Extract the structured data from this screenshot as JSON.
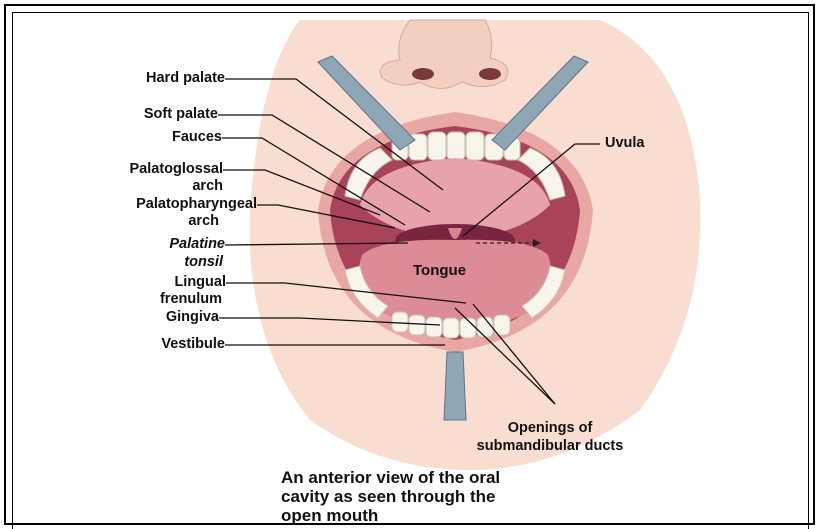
{
  "labels": {
    "hard_palate": "Hard palate",
    "soft_palate": "Soft palate",
    "fauces": "Fauces",
    "palatoglossal_1": "Palatoglossal",
    "palatoglossal_2": "arch",
    "palatopharyngeal_1": "Palatopharyngeal",
    "palatopharyngeal_2": "arch",
    "palatine_1": "Palatine",
    "palatine_2": "tonsil",
    "lingual_1": "Lingual",
    "lingual_2": "frenulum",
    "gingiva": "Gingiva",
    "vestibule": "Vestibule",
    "uvula": "Uvula",
    "tongue": "Tongue",
    "ducts_1": "Openings of",
    "ducts_2": "submandibular ducts"
  },
  "caption": {
    "line1": "An anterior view of the oral",
    "line2": "cavity as seen through the",
    "line3": "open mouth"
  },
  "colors": {
    "skin": "#f8ddd0",
    "lip": "#e9a7a4",
    "mouth_dark": "#a8435a",
    "palate": "#e8a2ac",
    "tongue": "#dc8b97",
    "teeth": "#f7f4ec",
    "retractor": "#8fa6b6"
  }
}
